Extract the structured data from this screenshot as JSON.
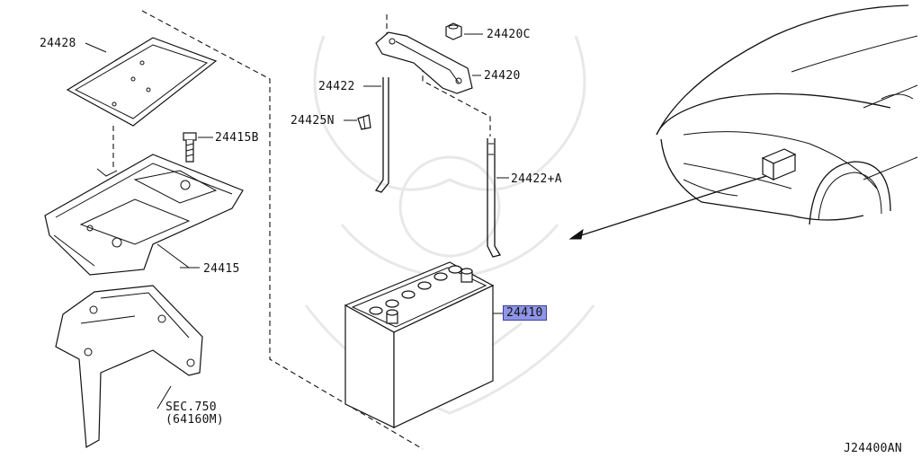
{
  "labels": {
    "p24428": "24428",
    "p24415b": "24415B",
    "p24415": "24415",
    "sec_line1": "SEC.750",
    "sec_line2": "(64160M)",
    "p24422": "24422",
    "p24425n": "24425N",
    "p24420c": "24420C",
    "p24420": "24420",
    "p24422a": "24422+A",
    "p24410": "24410"
  },
  "diagram_code": "J24400AN",
  "highlight_color": "#8f95e6"
}
